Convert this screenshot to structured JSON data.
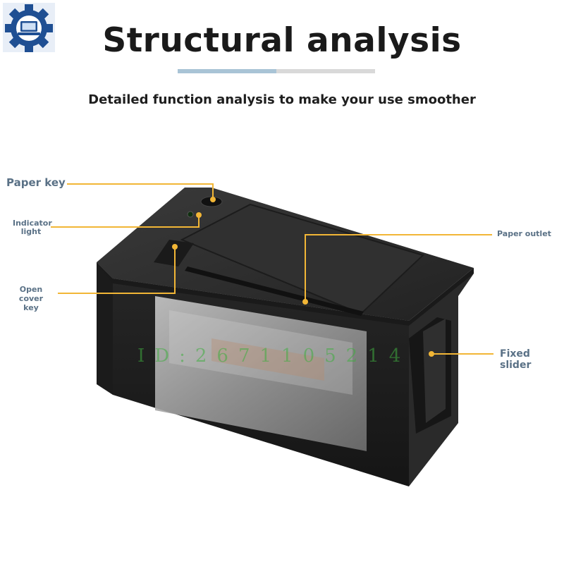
{
  "header": {
    "title": "Structural analysis",
    "subtitle": "Detailed function analysis to make your use smoother",
    "divider_progress": 0.5
  },
  "logo": {
    "icon": "gear-laptop-icon",
    "color": "#1f4f93"
  },
  "labels": {
    "paper_key": "Paper key",
    "indicator_light_line1": "Indicator",
    "indicator_light_line2": "light",
    "open_cover_key_line1": "Open cover",
    "open_cover_key_line2": "key",
    "paper_outlet": "Paper outlet",
    "fixed_slider": "Fixed slider"
  },
  "watermark": "ID:2671105214",
  "colors": {
    "callout": "#f2b636",
    "label": "#5a7186",
    "divider_fill": "#a9c4d6"
  }
}
